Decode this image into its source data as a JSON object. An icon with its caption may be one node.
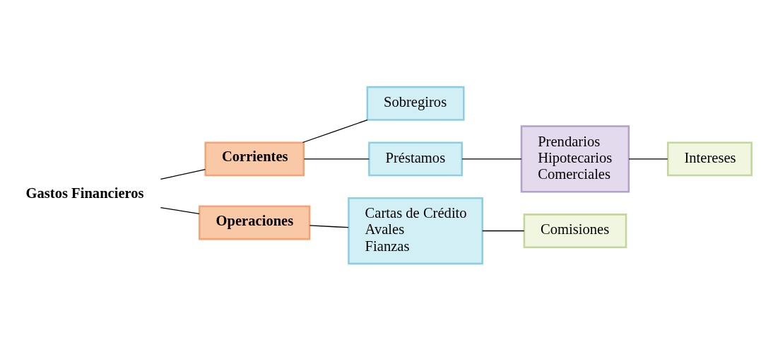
{
  "diagram": {
    "nodes": [
      {
        "text": [
          "Gastos Financieros"
        ]
      },
      {
        "text": [
          "Corrientes"
        ]
      },
      {
        "text": [
          "Operaciones"
        ]
      },
      {
        "text": [
          "Sobregiros"
        ]
      },
      {
        "text": [
          "Préstamos"
        ]
      },
      {
        "text": [
          "Prendarios",
          "Hipotecarios",
          "Comerciales"
        ]
      },
      {
        "text": [
          "Intereses"
        ]
      },
      {
        "text": [
          "Cartas de Crédito",
          "Avales",
          "Fianzas"
        ]
      },
      {
        "text": [
          "Comisiones"
        ]
      }
    ],
    "edges": [
      {
        "from": 0,
        "to": 1,
        "arrow": "none"
      },
      {
        "from": 0,
        "to": 2,
        "arrow": "none"
      },
      {
        "from": 1,
        "to": 3,
        "arrow": "none"
      },
      {
        "from": 1,
        "to": 4,
        "arrow": "none"
      },
      {
        "from": 4,
        "to": 5,
        "arrow": "none"
      },
      {
        "from": 5,
        "to": 6,
        "arrow": "none"
      },
      {
        "from": 2,
        "to": 7,
        "arrow": "none"
      },
      {
        "from": 7,
        "to": 8,
        "arrow": "none"
      }
    ]
  }
}
